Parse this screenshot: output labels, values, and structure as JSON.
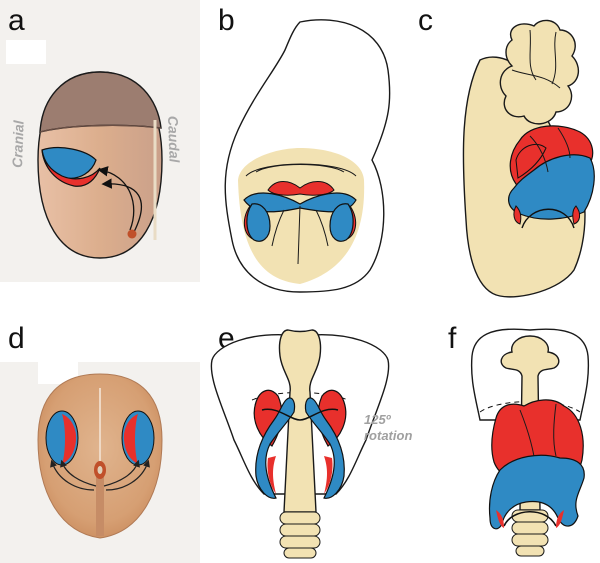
{
  "panels": [
    {
      "id": "a",
      "letter": "a"
    },
    {
      "id": "b",
      "letter": "b"
    },
    {
      "id": "c",
      "letter": "c"
    },
    {
      "id": "d",
      "letter": "d"
    },
    {
      "id": "e",
      "letter": "e"
    },
    {
      "id": "f",
      "letter": "f"
    }
  ],
  "labels": {
    "cranial": "Cranial",
    "caudal": "Caudal",
    "rotation_line1": "125º",
    "rotation_line2": "rotation"
  },
  "colors": {
    "red": "#e8302c",
    "blue": "#2f8ac4",
    "tan": "#f2e2b3",
    "embryo_fill": "#dcae8a",
    "embryo_top": "#9b7b6e",
    "disc_fill": "#d7a176",
    "node": "#c0502a"
  }
}
